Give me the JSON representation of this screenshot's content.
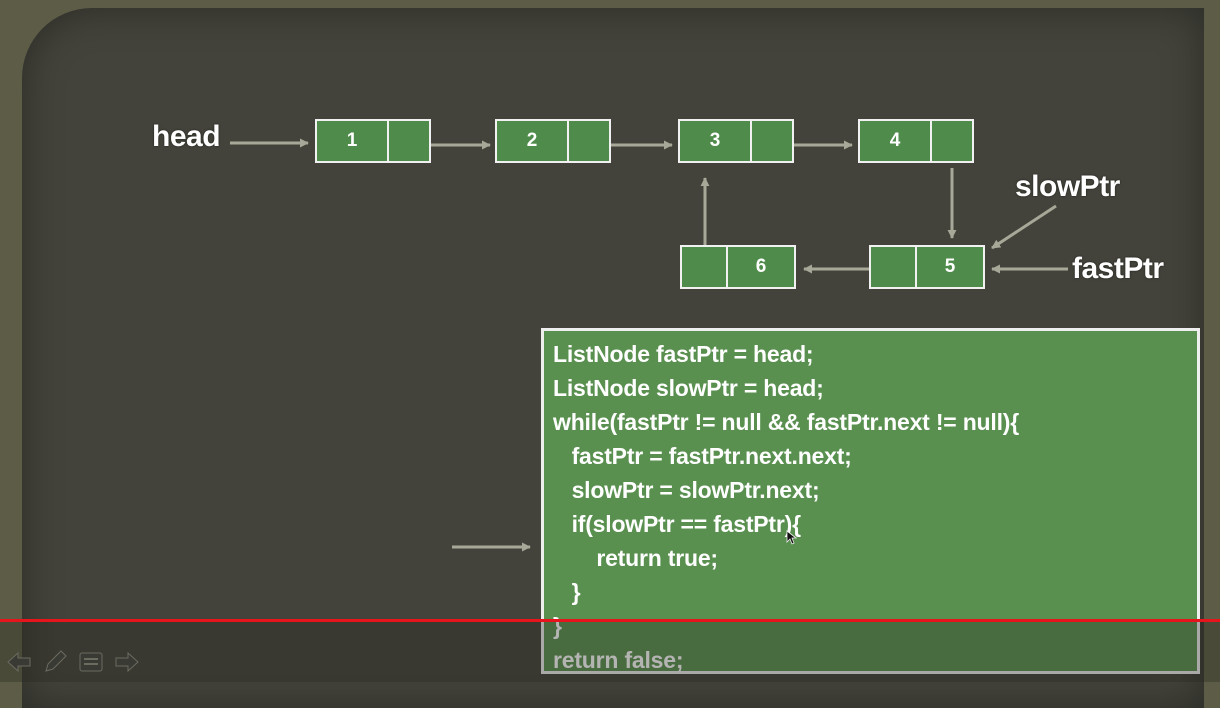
{
  "diagram": {
    "head_label": "head",
    "slow_label": "slowPtr",
    "fast_label": "fastPtr",
    "nodes": [
      {
        "value": "1"
      },
      {
        "value": "2"
      },
      {
        "value": "3"
      },
      {
        "value": "4"
      },
      {
        "value": "5"
      },
      {
        "value": "6"
      }
    ]
  },
  "code": {
    "lines": [
      "ListNode fastPtr = head;",
      "ListNode slowPtr = head;",
      "while(fastPtr != null && fastPtr.next != null){",
      "   fastPtr = fastPtr.next.next;",
      "   slowPtr = slowPtr.next;",
      "   if(slowPtr == fastPtr){",
      "       return true;",
      "   }",
      "}",
      "return false;"
    ]
  },
  "player_controls": [
    {
      "icon": "arrow-left-icon"
    },
    {
      "icon": "pencil-icon"
    },
    {
      "icon": "slides-menu-icon"
    },
    {
      "icon": "arrow-right-icon"
    }
  ],
  "colors": {
    "node_fill": "#4f8b4a",
    "code_fill": "#59904f",
    "progress_line": "#e8141c",
    "arrow": "#a8a898"
  }
}
